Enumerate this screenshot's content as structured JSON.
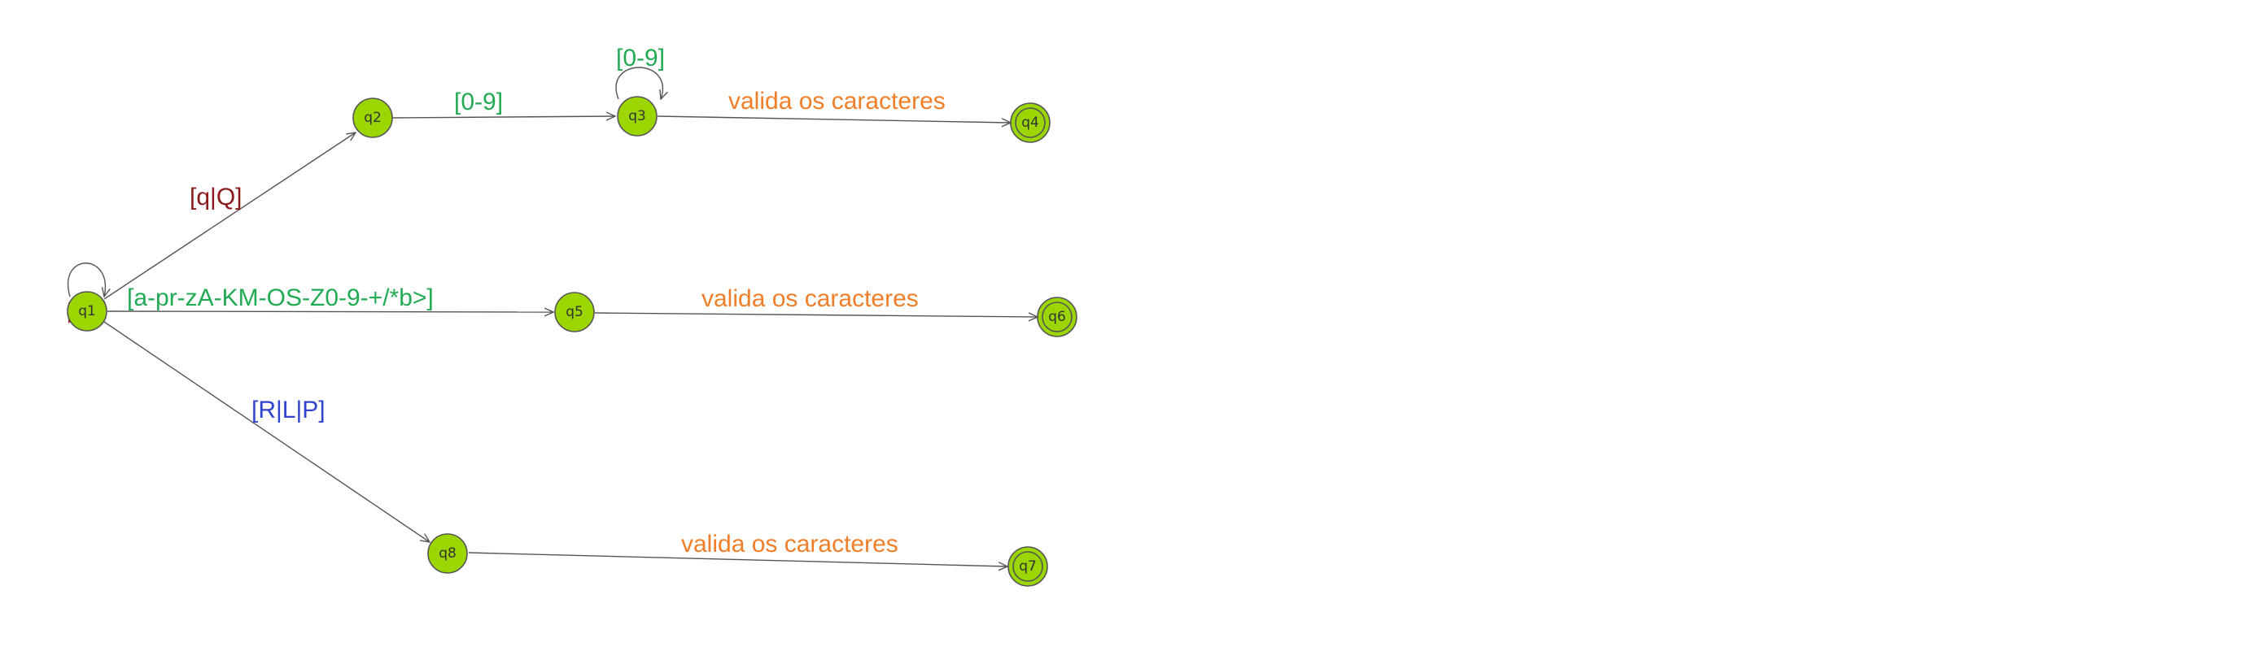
{
  "colors": {
    "state_fill": "#9bd600",
    "state_stroke": "#555555",
    "start_marker": "#cc1111",
    "label_red": "#8b1a1a",
    "label_green": "#22aa55",
    "label_blue": "#3344cc",
    "label_orange": "#f07e28"
  },
  "states": [
    {
      "id": "q1",
      "label": "q1",
      "initial": true,
      "final": false
    },
    {
      "id": "q2",
      "label": "q2",
      "initial": false,
      "final": false
    },
    {
      "id": "q3",
      "label": "q3",
      "initial": false,
      "final": false
    },
    {
      "id": "q4",
      "label": "q4",
      "initial": false,
      "final": true
    },
    {
      "id": "q5",
      "label": "q5",
      "initial": false,
      "final": false
    },
    {
      "id": "q6",
      "label": "q6",
      "initial": false,
      "final": true
    },
    {
      "id": "q7",
      "label": "q7",
      "initial": false,
      "final": true
    },
    {
      "id": "q8",
      "label": "q8",
      "initial": false,
      "final": false
    }
  ],
  "transitions": [
    {
      "from": "q1",
      "to": "q1",
      "label": "",
      "color": "label_green"
    },
    {
      "from": "q1",
      "to": "q2",
      "label": "[q|Q]",
      "color": "label_red"
    },
    {
      "from": "q2",
      "to": "q3",
      "label": "[0-9]",
      "color": "label_green"
    },
    {
      "from": "q3",
      "to": "q3",
      "label": "[0-9]",
      "color": "label_green"
    },
    {
      "from": "q3",
      "to": "q4",
      "label": "valida os caracteres",
      "color": "label_orange"
    },
    {
      "from": "q1",
      "to": "q5",
      "label": "[a-pr-zA-KM-OS-Z0-9-+/*b>]",
      "color": "label_green"
    },
    {
      "from": "q5",
      "to": "q6",
      "label": "valida os caracteres",
      "color": "label_orange"
    },
    {
      "from": "q1",
      "to": "q8",
      "label": "[R|L|P]",
      "color": "label_blue"
    },
    {
      "from": "q8",
      "to": "q7",
      "label": "valida os caracteres",
      "color": "label_orange"
    }
  ]
}
